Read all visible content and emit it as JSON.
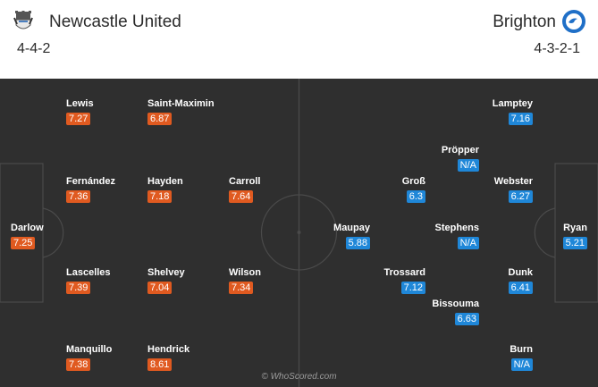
{
  "home": {
    "name": "Newcastle United",
    "formation": "4-4-2",
    "crest_icon": "newcastle-crest-icon",
    "rating_color": "#e05a20",
    "players": [
      {
        "name": "Darlow",
        "rating": "7.25"
      },
      {
        "name": "Lewis",
        "rating": "7.27"
      },
      {
        "name": "Fernández",
        "rating": "7.36"
      },
      {
        "name": "Lascelles",
        "rating": "7.39"
      },
      {
        "name": "Manquillo",
        "rating": "7.38"
      },
      {
        "name": "Saint-Maximin",
        "rating": "6.87"
      },
      {
        "name": "Hayden",
        "rating": "7.18"
      },
      {
        "name": "Shelvey",
        "rating": "7.04"
      },
      {
        "name": "Hendrick",
        "rating": "8.61"
      },
      {
        "name": "Carroll",
        "rating": "7.64"
      },
      {
        "name": "Wilson",
        "rating": "7.34"
      }
    ]
  },
  "away": {
    "name": "Brighton",
    "formation": "4-3-2-1",
    "crest_icon": "brighton-crest-icon",
    "rating_color": "#1f87d8",
    "players": [
      {
        "name": "Ryan",
        "rating": "5.21"
      },
      {
        "name": "Lamptey",
        "rating": "7.16"
      },
      {
        "name": "Webster",
        "rating": "6.27"
      },
      {
        "name": "Dunk",
        "rating": "6.41"
      },
      {
        "name": "Burn",
        "rating": "N/A"
      },
      {
        "name": "Pröpper",
        "rating": "N/A"
      },
      {
        "name": "Stephens",
        "rating": "N/A"
      },
      {
        "name": "Bissouma",
        "rating": "6.63"
      },
      {
        "name": "Groß",
        "rating": "6.3"
      },
      {
        "name": "Trossard",
        "rating": "7.12"
      },
      {
        "name": "Maupay",
        "rating": "5.88"
      }
    ]
  },
  "watermark": "© WhoScored.com",
  "colors": {
    "pitch": "#2f2f2f",
    "lines": "#4a4a4a"
  }
}
